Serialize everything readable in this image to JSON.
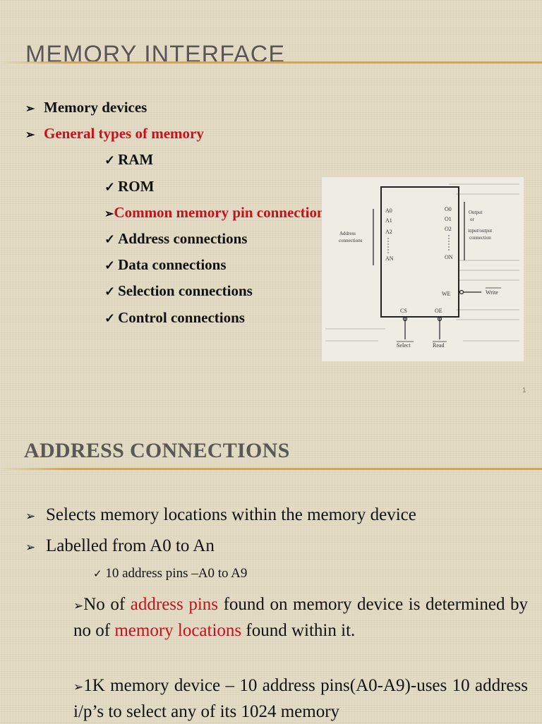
{
  "slide1": {
    "title": "MEMORY INTERFACE",
    "bullets": [
      "Memory devices",
      "General types of memory"
    ],
    "checks": [
      "RAM",
      "ROM"
    ],
    "pin_heading": "Common memory pin connections",
    "checks2": [
      "Address connections",
      "Data connections",
      "Selection connections",
      "Control connections"
    ],
    "page_number": "1",
    "diagram": {
      "address_inputs": [
        "A0",
        "A1",
        "A2",
        "AN"
      ],
      "outputs": [
        "O0",
        "O1",
        "O2",
        "ON"
      ],
      "left_label": [
        "Address",
        "connections"
      ],
      "right_label": [
        "Output",
        "or",
        "input/output",
        "connection"
      ],
      "we_label": "WE",
      "write_label": "Write",
      "cs_label": "CS",
      "oe_label": "OE",
      "select_label": "Select",
      "read_label": "Read"
    }
  },
  "slide2": {
    "title": "ADDRESS CONNECTIONS",
    "bullets": [
      "Selects memory locations within the memory device",
      "Labelled from A0 to An"
    ],
    "sub_check": "10 address pins –A0 to A9",
    "para1": {
      "pre": "No of",
      "red1": "address pins",
      "mid": "found on memory device is determined by no of",
      "red2": "memory locations",
      "post": "found within it."
    },
    "para2": "1K memory device – 10 address pins(A0-A9)-uses 10 address i/p’s to select any of its 1024 memory"
  },
  "colors": {
    "accent_red": "#c8101a",
    "divider_orange": "#e2a43a",
    "title_gray": "#595553"
  }
}
